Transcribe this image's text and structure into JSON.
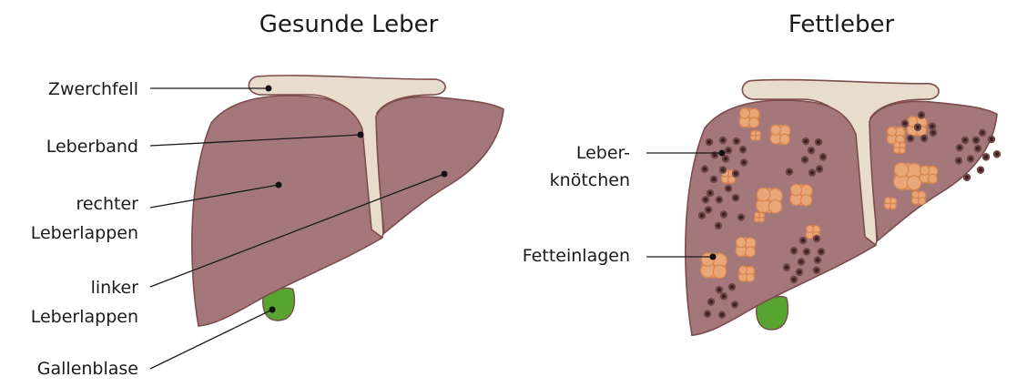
{
  "titles": {
    "healthy": "Gesunde Leber",
    "fatty": "Fettleber"
  },
  "labels": {
    "zwerchfell": "Zwerchfell",
    "leberband": "Leberband",
    "rechter_1": "rechter",
    "rechter_2": "Leberlappen",
    "linker_1": "linker",
    "linker_2": "Leberlappen",
    "gallenblase": "Gallenblase",
    "knoetchen_1": "Leber-",
    "knoetchen_2": "knötchen",
    "fetteinlagen": "Fetteinlagen"
  },
  "colors": {
    "liver": "#a4787a",
    "ligament": "#e8dccc",
    "gallbladder": "#58a431",
    "fat": "#e9a678",
    "nodule": "#3a2020"
  }
}
